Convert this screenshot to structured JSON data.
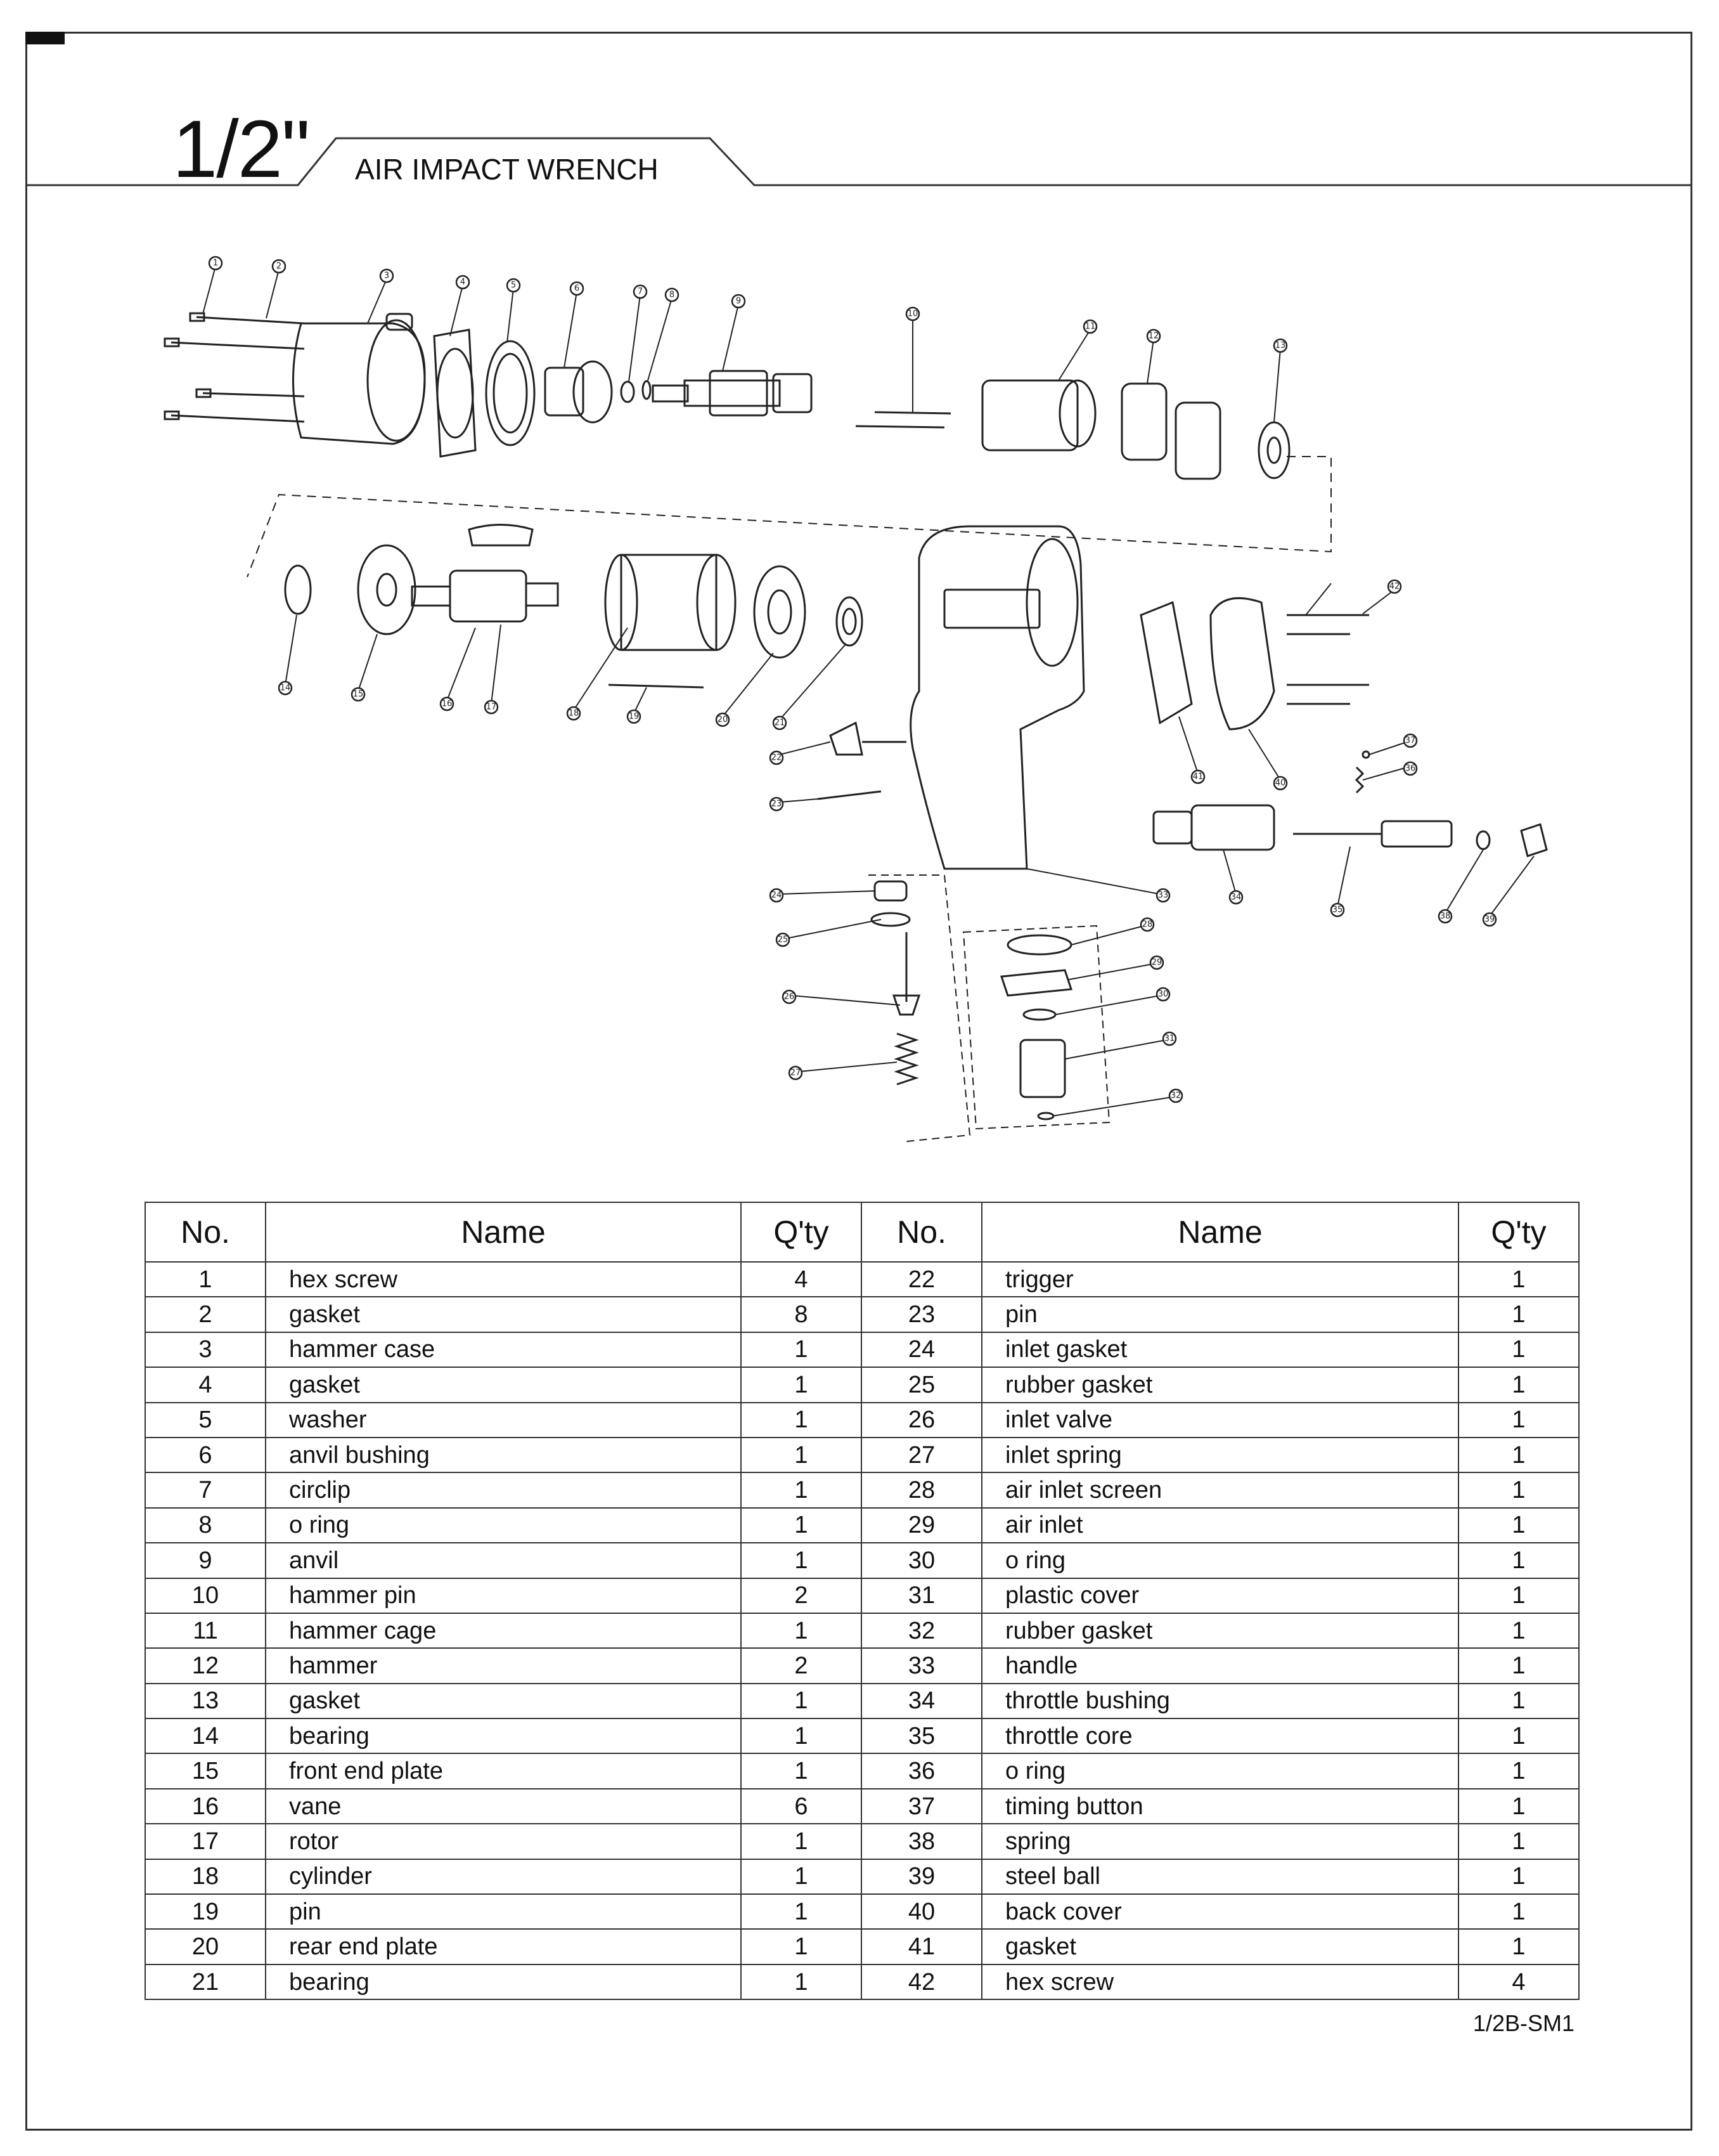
{
  "header": {
    "size_label": "1/2\"",
    "title": "AIR IMPACT WRENCH"
  },
  "diagram": {
    "callouts": [
      "1",
      "2",
      "3",
      "4",
      "5",
      "6",
      "7",
      "8",
      "9",
      "10",
      "11",
      "12",
      "13",
      "14",
      "15",
      "16",
      "17",
      "18",
      "19",
      "20",
      "21",
      "22",
      "23",
      "24",
      "25",
      "26",
      "27",
      "28",
      "29",
      "30",
      "31",
      "32",
      "33",
      "34",
      "35",
      "36",
      "37",
      "38",
      "39",
      "40",
      "41",
      "42"
    ]
  },
  "table": {
    "headers": {
      "no_left": "No.",
      "name_left": "Name",
      "qty_left": "Q'ty",
      "no_right": "No.",
      "name_right": "Name",
      "qty_right": "Q'ty"
    },
    "rows": [
      {
        "no": "1",
        "name": "hex screw",
        "qty": "4",
        "no2": "22",
        "name2": "trigger",
        "qty2": "1"
      },
      {
        "no": "2",
        "name": "gasket",
        "qty": "8",
        "no2": "23",
        "name2": "pin",
        "qty2": "1"
      },
      {
        "no": "3",
        "name": "hammer case",
        "qty": "1",
        "no2": "24",
        "name2": "inlet gasket",
        "qty2": "1"
      },
      {
        "no": "4",
        "name": "gasket",
        "qty": "1",
        "no2": "25",
        "name2": "rubber gasket",
        "qty2": "1"
      },
      {
        "no": "5",
        "name": "washer",
        "qty": "1",
        "no2": "26",
        "name2": "inlet valve",
        "qty2": "1"
      },
      {
        "no": "6",
        "name": "anvil bushing",
        "qty": "1",
        "no2": "27",
        "name2": "inlet spring",
        "qty2": "1"
      },
      {
        "no": "7",
        "name": "circlip",
        "qty": "1",
        "no2": "28",
        "name2": "air inlet screen",
        "qty2": "1"
      },
      {
        "no": "8",
        "name": "o ring",
        "qty": "1",
        "no2": "29",
        "name2": "air inlet",
        "qty2": "1"
      },
      {
        "no": "9",
        "name": "anvil",
        "qty": "1",
        "no2": "30",
        "name2": "o ring",
        "qty2": "1"
      },
      {
        "no": "10",
        "name": "hammer pin",
        "qty": "2",
        "no2": "31",
        "name2": "plastic cover",
        "qty2": "1"
      },
      {
        "no": "11",
        "name": "hammer cage",
        "qty": "1",
        "no2": "32",
        "name2": "rubber gasket",
        "qty2": "1"
      },
      {
        "no": "12",
        "name": "hammer",
        "qty": "2",
        "no2": "33",
        "name2": "handle",
        "qty2": "1"
      },
      {
        "no": "13",
        "name": "gasket",
        "qty": "1",
        "no2": "34",
        "name2": "throttle bushing",
        "qty2": "1"
      },
      {
        "no": "14",
        "name": "bearing",
        "qty": "1",
        "no2": "35",
        "name2": "throttle core",
        "qty2": "1"
      },
      {
        "no": "15",
        "name": "front end plate",
        "qty": "1",
        "no2": "36",
        "name2": "o ring",
        "qty2": "1"
      },
      {
        "no": "16",
        "name": "vane",
        "qty": "6",
        "no2": "37",
        "name2": "timing button",
        "qty2": "1"
      },
      {
        "no": "17",
        "name": "rotor",
        "qty": "1",
        "no2": "38",
        "name2": "spring",
        "qty2": "1"
      },
      {
        "no": "18",
        "name": "cylinder",
        "qty": "1",
        "no2": "39",
        "name2": "steel ball",
        "qty2": "1"
      },
      {
        "no": "19",
        "name": "pin",
        "qty": "1",
        "no2": "40",
        "name2": "back cover",
        "qty2": "1"
      },
      {
        "no": "20",
        "name": "rear end plate",
        "qty": "1",
        "no2": "41",
        "name2": "gasket",
        "qty2": "1"
      },
      {
        "no": "21",
        "name": "bearing",
        "qty": "1",
        "no2": "42",
        "name2": "hex screw",
        "qty2": "4"
      }
    ]
  },
  "footer": {
    "doc_code": "1/2B-SM1"
  }
}
